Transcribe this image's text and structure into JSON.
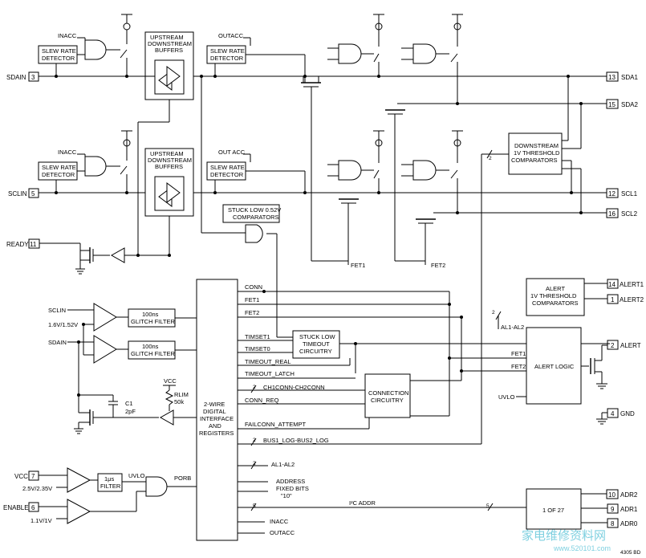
{
  "pins": {
    "sdain": {
      "label": "SDAIN",
      "num": "3"
    },
    "sclin": {
      "label": "SCLIN",
      "num": "5"
    },
    "ready": {
      "label": "READY",
      "num": "11"
    },
    "vcc": {
      "label": "VCC",
      "num": "7"
    },
    "enable": {
      "label": "ENABLE",
      "num": "6"
    },
    "sda1": {
      "label": "SDA1",
      "num": "13"
    },
    "sda2": {
      "label": "SDA2",
      "num": "15"
    },
    "scl1": {
      "label": "SCL1",
      "num": "12"
    },
    "scl2": {
      "label": "SCL2",
      "num": "16"
    },
    "alert1": {
      "label": "ALERT1",
      "num": "14"
    },
    "alert2": {
      "label": "ALERT2",
      "num": "1"
    },
    "alert": {
      "label": "ALERT",
      "num": "2"
    },
    "gnd": {
      "label": "GND",
      "num": "4"
    },
    "adr2": {
      "label": "ADR2",
      "num": "10"
    },
    "adr1": {
      "label": "ADR1",
      "num": "9"
    },
    "adr0": {
      "label": "ADR0",
      "num": "8"
    }
  },
  "blocks": {
    "slew_rate": [
      "SLEW RATE",
      "DETECTOR"
    ],
    "buffers": [
      "UPSTREAM",
      "DOWNSTREAM",
      "BUFFERS"
    ],
    "downstream_comp": [
      "DOWNSTREAM",
      "1V THRESHOLD",
      "COMPARATORS"
    ],
    "stuck_low_comp": [
      "STUCK LOW 0.52V",
      "COMPARATORS"
    ],
    "alert_comp": [
      "ALERT",
      "1V THRESHOLD",
      "COMPARATORS"
    ],
    "glitch_filter": [
      "100ns",
      "GLITCH FILTER"
    ],
    "stuck_low_timeout": [
      "STUCK LOW",
      "TIMEOUT",
      "CIRCUITRY"
    ],
    "connection": [
      "CONNECTION",
      "CIRCUITRY"
    ],
    "alert_logic": "ALERT LOGIC",
    "one_of_27": "1 OF 27",
    "two_wire": [
      "2-WIRE",
      "DIGITAL",
      "INTERFACE",
      "AND",
      "REGISTERS"
    ],
    "filter_1us": [
      "1μs",
      "FILTER"
    ]
  },
  "signals": {
    "inacc": "INACC",
    "outacc": "OUTACC",
    "out_acc": "OUT ACC",
    "conn": "CONN",
    "fet1": "FET1",
    "fet2": "FET2",
    "timset1": "TIMSET1",
    "timset0": "TIMSET0",
    "timeout_real": "TIMEOUT_REAL",
    "timeout_latch": "TIMEOUT_LATCH",
    "ch1conn_ch2conn": "CH1CONN-CH2CONN",
    "conn_req": "CONN_REQ",
    "failconn_attempt": "FAILCONN_ATTEMPT",
    "bus_log": "BUS1_LOG-BUS2_LOG",
    "al1_al2": "AL1-AL2",
    "address": [
      "ADDRESS",
      "FIXED BITS",
      "\"10\""
    ],
    "i2c_addr": "I²C ADDR",
    "inacc_out": "INACC",
    "outacc_out": "OUTACC",
    "uvlo": "UVLO",
    "porb": "PORB",
    "sclin_in": "SCLIN",
    "sdain_in": "SDAIN",
    "thr_scl": "1.6V/1.52V",
    "thr_vcc": "2.5V/2.35V",
    "thr_en": "1.1V/1V",
    "vcc_label": "VCC",
    "rlim": "RLIM",
    "rlim_val": "50k",
    "c1": "C1",
    "c1_val": "2pF",
    "bus2": "2",
    "bus5": "5",
    "corner": "4305 BD"
  },
  "watermark": {
    "text": "家电维修资料网",
    "url": "www.520101.com"
  }
}
